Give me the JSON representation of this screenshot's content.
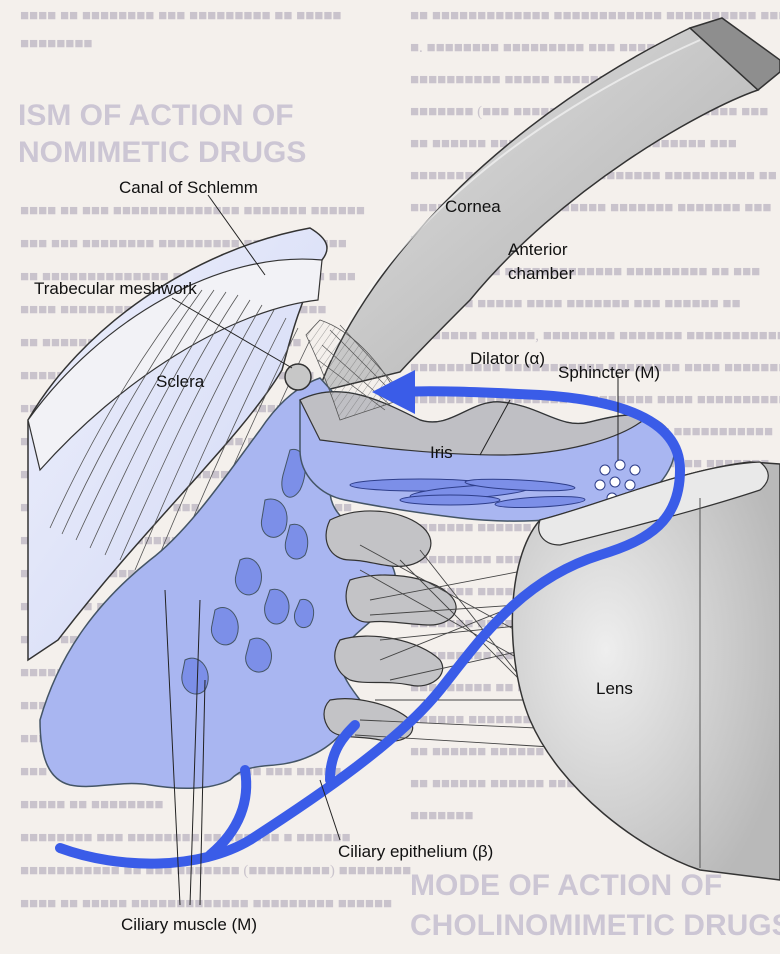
{
  "labels": {
    "cornea": "Cornea",
    "canal_of_schlemm": "Canal of Schlemm",
    "anterior_chamber_1": "Anterior",
    "anterior_chamber_2": "chamber",
    "trabecular_meshwork": "Trabecular meshwork",
    "dilator": "Dilator (α)",
    "sphincter": "Sphincter (M)",
    "sclera": "Sclera",
    "iris": "Iris",
    "lens": "Lens",
    "ciliary_epithelium": "Ciliary epithelium (β)",
    "ciliary_muscle": "Ciliary muscle (M)"
  },
  "background_page": {
    "left_heading_1": "ISM OF ACTION OF",
    "left_heading_2": "NOMIMETIC DRUGS",
    "right_heading_1": "MODE OF ACTION OF",
    "right_heading_2": "CHOLINOMIMETIC DRUGS"
  },
  "colors": {
    "fluid_flow_arrow": "#3a5ce8",
    "tissue_fill": "#a9b6f1",
    "tissue_outline": "#445566",
    "cornea_fill": "#c4c4c4",
    "lens_fill": "#d5d5d5"
  }
}
